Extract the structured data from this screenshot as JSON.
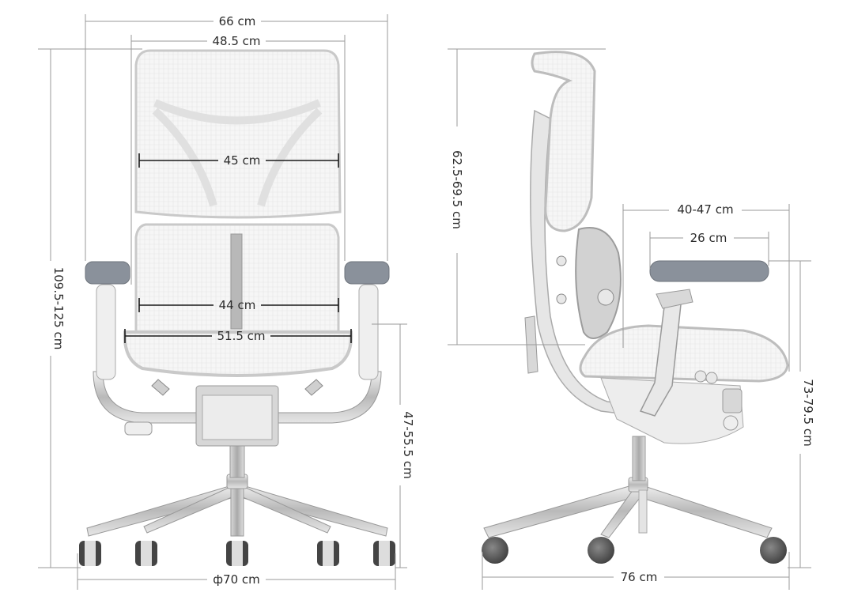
{
  "front_view": {
    "overall_width": "66 cm",
    "headrest_width": "48.5 cm",
    "backrest_width": "45 cm",
    "lumbar_width": "44 cm",
    "seat_width": "51.5 cm",
    "overall_height": "109.5-125 cm",
    "seat_height": "47-55.5 cm",
    "base_diameter": "ф70 cm"
  },
  "side_view": {
    "seat_depth": "40-47 cm",
    "armrest_length": "26 cm",
    "backrest_height": "62.5-69.5 cm",
    "armrest_height": "73-79.5 cm",
    "base_depth": "76 cm"
  },
  "colors": {
    "mesh": "#f2f2f2",
    "frame": "#dcdcdc",
    "chrome": "#c8c8c8",
    "armrest_pad": "#8a919b",
    "wheel": "#555555",
    "dimension_line": "#9a9a9a"
  }
}
